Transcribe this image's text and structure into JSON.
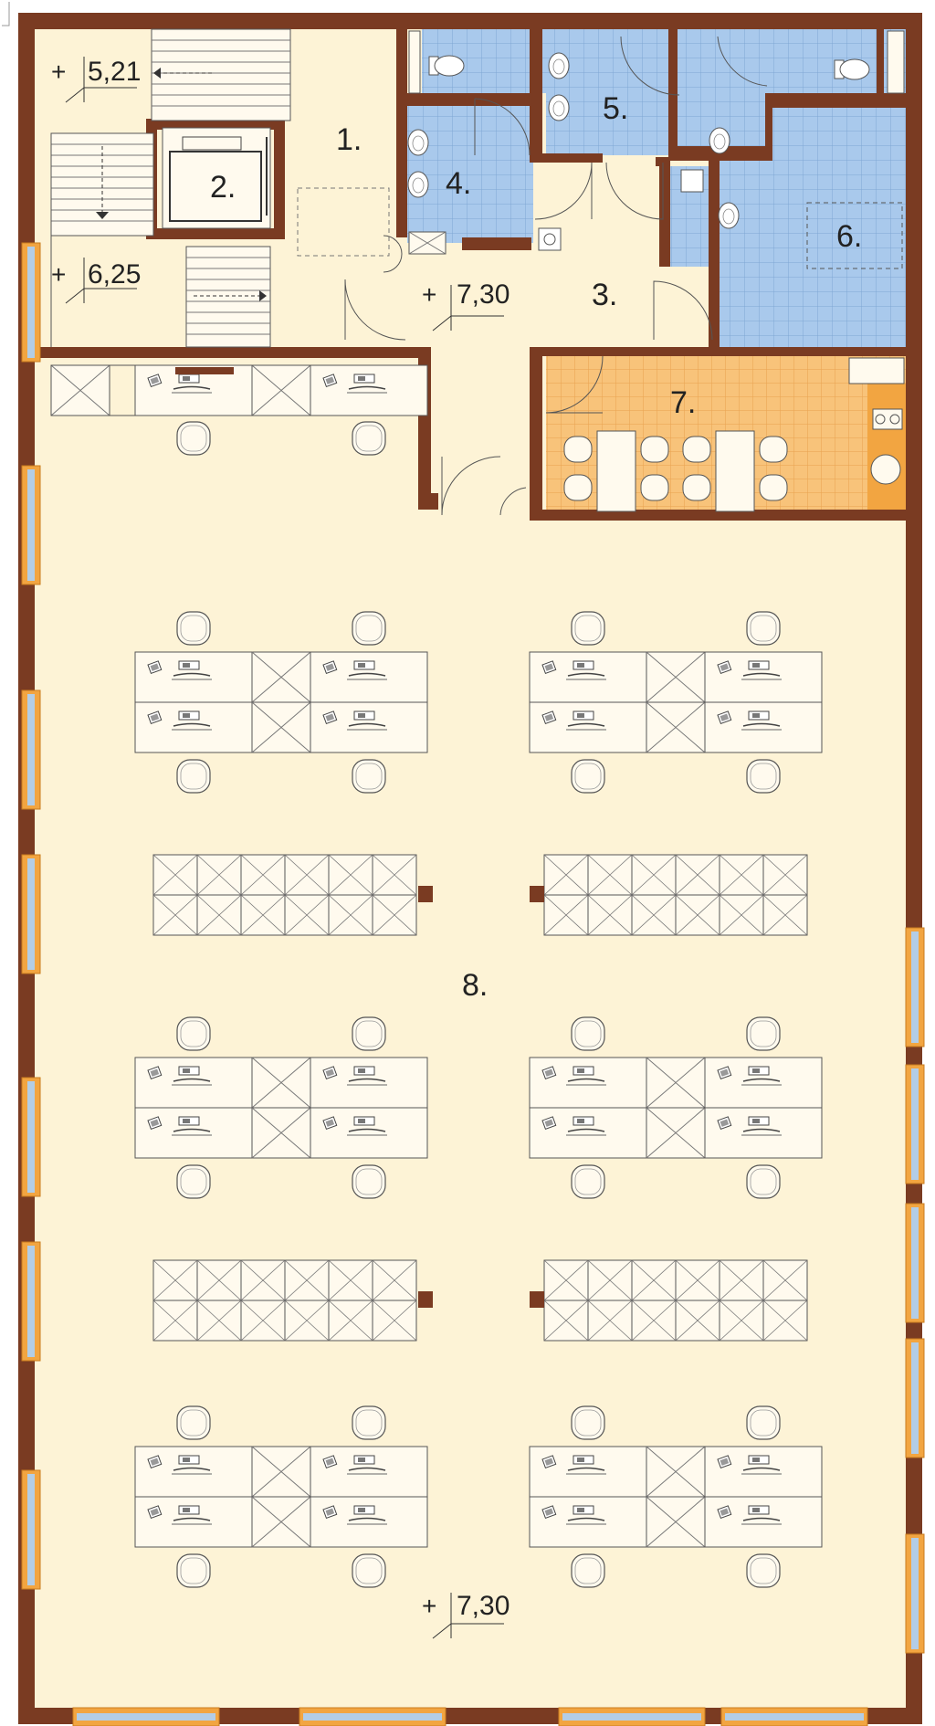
{
  "rooms": {
    "r1": "1.",
    "r2": "2.",
    "r3": "3.",
    "r4": "4.",
    "r5": "5.",
    "r6": "6.",
    "r7": "7.",
    "r8": "8."
  },
  "levels": {
    "stair_upper": "5,21",
    "stair_lower": "6,25",
    "hall": "7,30",
    "office": "7,30"
  },
  "level_sign": "+",
  "colors": {
    "wall": "#7a3b22",
    "floor": "#fdf3d6",
    "tile_blue": "#a9c9ec",
    "tile_orange": "#f8c37a",
    "window_frame": "#f2a541",
    "window_glass": "#b3cde6",
    "furniture": "#fffaee"
  }
}
